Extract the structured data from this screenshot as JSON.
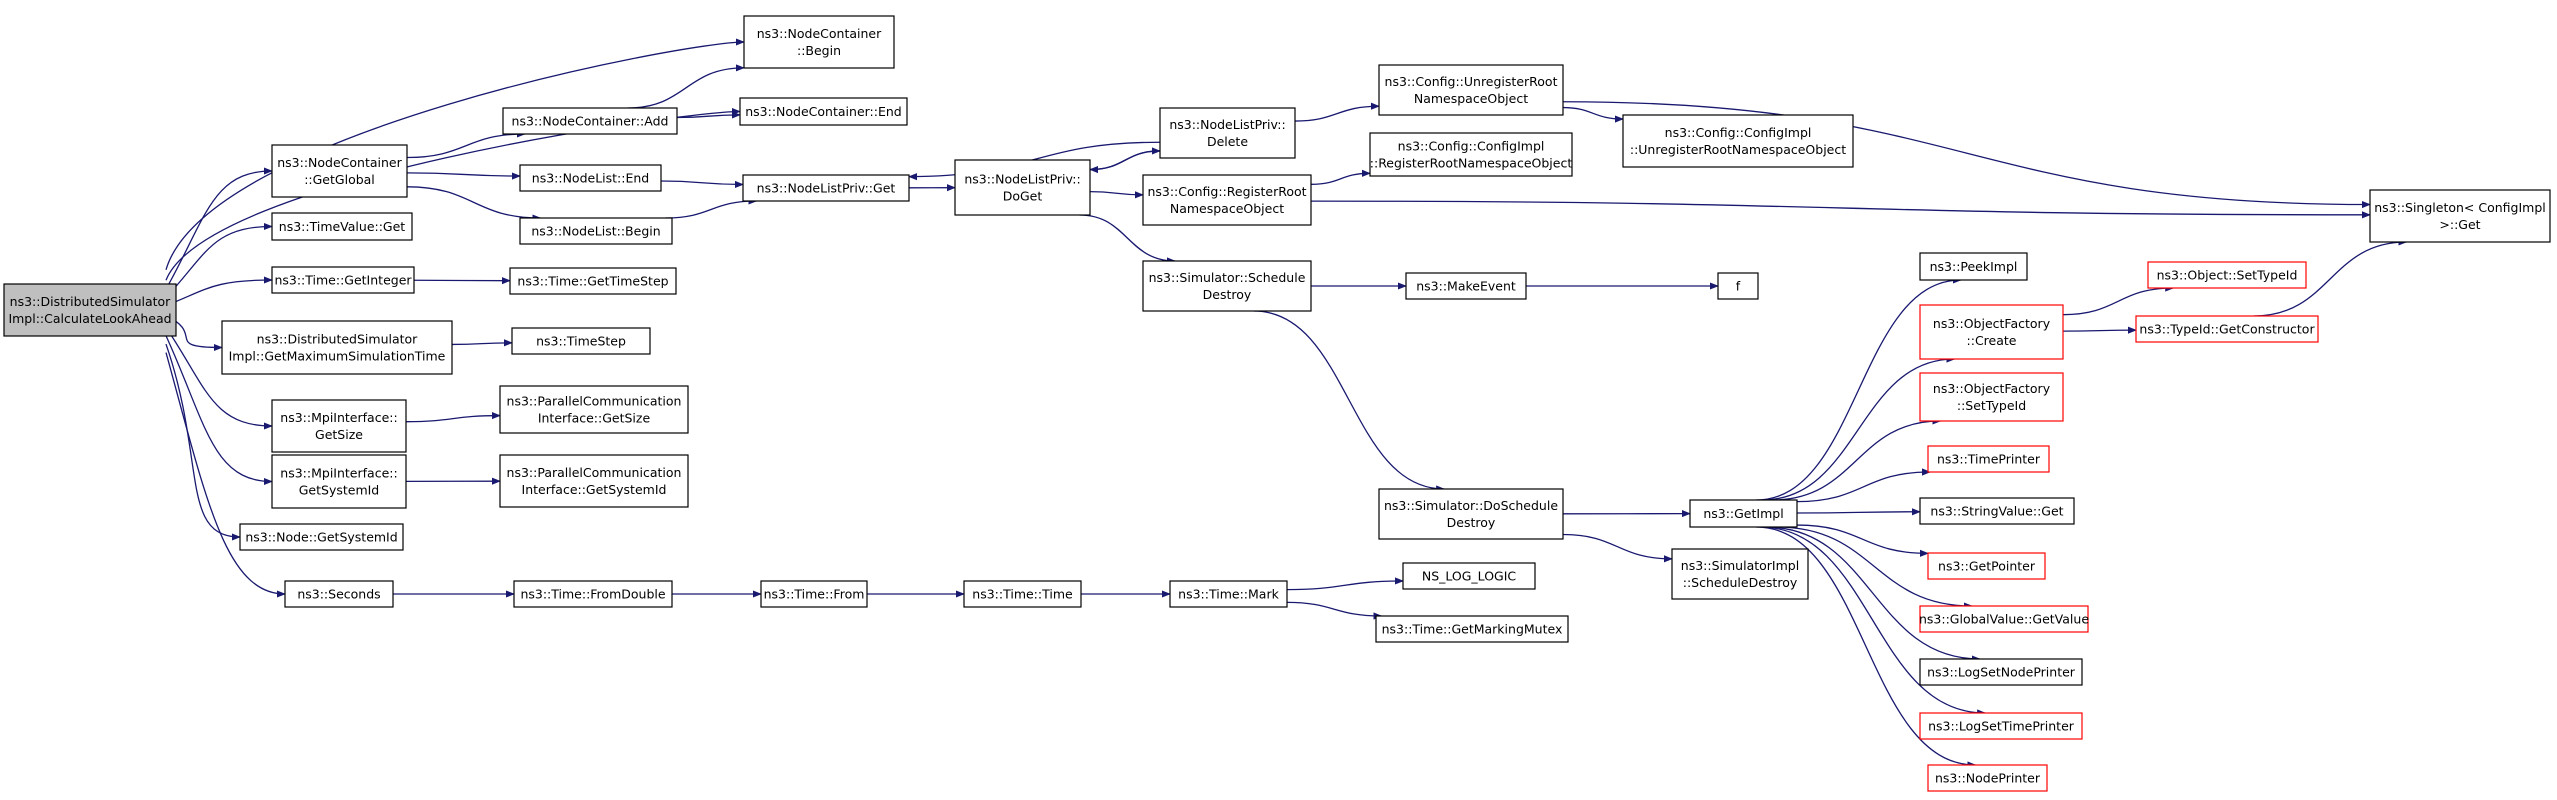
{
  "colors": {
    "edge": "#191970",
    "border_normal": "#000000",
    "border_truncated": "#ff0000",
    "root_fill": "#bfbfbf",
    "node_fill": "#ffffff"
  },
  "nodes": [
    {
      "id": "root",
      "lines": [
        "ns3::DistributedSimulator",
        "Impl::CalculateLookAhead"
      ],
      "kind": "root"
    },
    {
      "id": "nc_getglobal",
      "lines": [
        "ns3::NodeContainer",
        "::GetGlobal"
      ],
      "kind": "normal"
    },
    {
      "id": "timevalue_get",
      "lines": [
        "ns3::TimeValue::Get"
      ],
      "kind": "normal"
    },
    {
      "id": "time_getinteger",
      "lines": [
        "ns3::Time::GetInteger"
      ],
      "kind": "normal"
    },
    {
      "id": "dsi_getmax",
      "lines": [
        "ns3::DistributedSimulator",
        "Impl::GetMaximumSimulationTime"
      ],
      "kind": "normal"
    },
    {
      "id": "mpi_getsize",
      "lines": [
        "ns3::MpiInterface::",
        "GetSize"
      ],
      "kind": "normal"
    },
    {
      "id": "mpi_getsystemid",
      "lines": [
        "ns3::MpiInterface::",
        "GetSystemId"
      ],
      "kind": "normal"
    },
    {
      "id": "node_getsystemid",
      "lines": [
        "ns3::Node::GetSystemId"
      ],
      "kind": "normal"
    },
    {
      "id": "seconds",
      "lines": [
        "ns3::Seconds"
      ],
      "kind": "normal"
    },
    {
      "id": "nc_begin",
      "lines": [
        "ns3::NodeContainer",
        "::Begin"
      ],
      "kind": "normal"
    },
    {
      "id": "nc_end",
      "lines": [
        "ns3::NodeContainer::End"
      ],
      "kind": "normal"
    },
    {
      "id": "nc_add",
      "lines": [
        "ns3::NodeContainer::Add"
      ],
      "kind": "normal"
    },
    {
      "id": "nl_end",
      "lines": [
        "ns3::NodeList::End"
      ],
      "kind": "normal"
    },
    {
      "id": "nl_begin",
      "lines": [
        "ns3::NodeList::Begin"
      ],
      "kind": "normal"
    },
    {
      "id": "nlp_get",
      "lines": [
        "ns3::NodeListPriv::Get"
      ],
      "kind": "normal"
    },
    {
      "id": "time_gettimestep",
      "lines": [
        "ns3::Time::GetTimeStep"
      ],
      "kind": "normal"
    },
    {
      "id": "timestep",
      "lines": [
        "ns3::TimeStep"
      ],
      "kind": "normal"
    },
    {
      "id": "pci_getsize",
      "lines": [
        "ns3::ParallelCommunication",
        "Interface::GetSize"
      ],
      "kind": "normal"
    },
    {
      "id": "pci_getsystemid",
      "lines": [
        "ns3::ParallelCommunication",
        "Interface::GetSystemId"
      ],
      "kind": "normal"
    },
    {
      "id": "time_fromdouble",
      "lines": [
        "ns3::Time::FromDouble"
      ],
      "kind": "normal"
    },
    {
      "id": "time_from",
      "lines": [
        "ns3::Time::From"
      ],
      "kind": "normal"
    },
    {
      "id": "time_time",
      "lines": [
        "ns3::Time::Time"
      ],
      "kind": "normal"
    },
    {
      "id": "time_mark",
      "lines": [
        "ns3::Time::Mark"
      ],
      "kind": "normal"
    },
    {
      "id": "ns_log_logic",
      "lines": [
        "NS_LOG_LOGIC"
      ],
      "kind": "normal"
    },
    {
      "id": "time_getmarkingmutex",
      "lines": [
        "ns3::Time::GetMarkingMutex"
      ],
      "kind": "normal"
    },
    {
      "id": "nlp_doget",
      "lines": [
        "ns3::NodeListPriv::",
        "DoGet"
      ],
      "kind": "normal"
    },
    {
      "id": "nlp_delete",
      "lines": [
        "ns3::NodeListPriv::",
        "Delete"
      ],
      "kind": "normal"
    },
    {
      "id": "cfg_register",
      "lines": [
        "ns3::Config::RegisterRoot",
        "NamespaceObject"
      ],
      "kind": "normal"
    },
    {
      "id": "sim_scheduledestroy",
      "lines": [
        "ns3::Simulator::Schedule",
        "Destroy"
      ],
      "kind": "normal"
    },
    {
      "id": "cfg_unregister",
      "lines": [
        "ns3::Config::UnregisterRoot",
        "NamespaceObject"
      ],
      "kind": "normal"
    },
    {
      "id": "cfgimpl_register",
      "lines": [
        "ns3::Config::ConfigImpl",
        "::RegisterRootNamespaceObject"
      ],
      "kind": "normal"
    },
    {
      "id": "cfgimpl_unregister",
      "lines": [
        "ns3::Config::ConfigImpl",
        "::UnregisterRootNamespaceObject"
      ],
      "kind": "normal"
    },
    {
      "id": "makeevent",
      "lines": [
        "ns3::MakeEvent"
      ],
      "kind": "normal"
    },
    {
      "id": "f",
      "lines": [
        "f"
      ],
      "kind": "normal"
    },
    {
      "id": "sim_doscheduledestroy",
      "lines": [
        "ns3::Simulator::DoSchedule",
        "Destroy"
      ],
      "kind": "normal"
    },
    {
      "id": "getimpl",
      "lines": [
        "ns3::GetImpl"
      ],
      "kind": "normal"
    },
    {
      "id": "simimpl_scheduledestroy",
      "lines": [
        "ns3::SimulatorImpl",
        "::ScheduleDestroy"
      ],
      "kind": "normal"
    },
    {
      "id": "peekimpl",
      "lines": [
        "ns3::PeekImpl"
      ],
      "kind": "normal"
    },
    {
      "id": "of_create",
      "lines": [
        "ns3::ObjectFactory",
        "::Create"
      ],
      "kind": "truncated"
    },
    {
      "id": "of_settypeid",
      "lines": [
        "ns3::ObjectFactory",
        "::SetTypeId"
      ],
      "kind": "truncated"
    },
    {
      "id": "timeprinter",
      "lines": [
        "ns3::TimePrinter"
      ],
      "kind": "truncated"
    },
    {
      "id": "stringvalue_get",
      "lines": [
        "ns3::StringValue::Get"
      ],
      "kind": "normal"
    },
    {
      "id": "getpointer",
      "lines": [
        "ns3::GetPointer"
      ],
      "kind": "truncated"
    },
    {
      "id": "globalvalue_getvalue",
      "lines": [
        "ns3::GlobalValue::GetValue"
      ],
      "kind": "truncated"
    },
    {
      "id": "logsetnodeprinter",
      "lines": [
        "ns3::LogSetNodePrinter"
      ],
      "kind": "normal"
    },
    {
      "id": "logsettimeprinter",
      "lines": [
        "ns3::LogSetTimePrinter"
      ],
      "kind": "truncated"
    },
    {
      "id": "nodeprinter",
      "lines": [
        "ns3::NodePrinter"
      ],
      "kind": "truncated"
    },
    {
      "id": "object_settypeid",
      "lines": [
        "ns3::Object::SetTypeId"
      ],
      "kind": "truncated"
    },
    {
      "id": "typeid_getconstructor",
      "lines": [
        "ns3::TypeId::GetConstructor"
      ],
      "kind": "truncated"
    },
    {
      "id": "singleton_get",
      "lines": [
        "ns3::Singleton< ConfigImpl",
        " >::Get"
      ],
      "kind": "normal"
    }
  ],
  "edges": [
    [
      "root",
      "nc_getglobal"
    ],
    [
      "root",
      "timevalue_get"
    ],
    [
      "root",
      "time_getinteger"
    ],
    [
      "root",
      "dsi_getmax"
    ],
    [
      "root",
      "mpi_getsize"
    ],
    [
      "root",
      "mpi_getsystemid"
    ],
    [
      "root",
      "node_getsystemid"
    ],
    [
      "root",
      "seconds"
    ],
    [
      "root",
      "nc_begin"
    ],
    [
      "root",
      "nc_end"
    ],
    [
      "nc_getglobal",
      "nc_add"
    ],
    [
      "nc_getglobal",
      "nl_end"
    ],
    [
      "nc_getglobal",
      "nl_begin"
    ],
    [
      "nc_add",
      "nc_begin"
    ],
    [
      "nc_add",
      "nc_end"
    ],
    [
      "nl_end",
      "nlp_get"
    ],
    [
      "nl_begin",
      "nlp_get"
    ],
    [
      "time_getinteger",
      "time_gettimestep"
    ],
    [
      "dsi_getmax",
      "timestep"
    ],
    [
      "mpi_getsize",
      "pci_getsize"
    ],
    [
      "mpi_getsystemid",
      "pci_getsystemid"
    ],
    [
      "seconds",
      "time_fromdouble"
    ],
    [
      "time_fromdouble",
      "time_from"
    ],
    [
      "time_from",
      "time_time"
    ],
    [
      "time_time",
      "time_mark"
    ],
    [
      "time_mark",
      "ns_log_logic"
    ],
    [
      "time_mark",
      "time_getmarkingmutex"
    ],
    [
      "nlp_get",
      "nlp_doget"
    ],
    [
      "nlp_doget",
      "nlp_delete"
    ],
    [
      "nlp_doget",
      "cfg_register"
    ],
    [
      "nlp_doget",
      "sim_scheduledestroy"
    ],
    [
      "nlp_delete",
      "nlp_get"
    ],
    [
      "nlp_delete",
      "nlp_doget"
    ],
    [
      "nlp_delete",
      "cfg_unregister"
    ],
    [
      "cfg_register",
      "cfgimpl_register"
    ],
    [
      "cfg_register",
      "singleton_get"
    ],
    [
      "cfg_unregister",
      "cfgimpl_unregister"
    ],
    [
      "cfg_unregister",
      "singleton_get"
    ],
    [
      "sim_scheduledestroy",
      "makeevent"
    ],
    [
      "makeevent",
      "f"
    ],
    [
      "sim_scheduledestroy",
      "sim_doscheduledestroy"
    ],
    [
      "sim_doscheduledestroy",
      "getimpl"
    ],
    [
      "sim_doscheduledestroy",
      "simimpl_scheduledestroy"
    ],
    [
      "getimpl",
      "peekimpl"
    ],
    [
      "getimpl",
      "of_create"
    ],
    [
      "getimpl",
      "of_settypeid"
    ],
    [
      "getimpl",
      "timeprinter"
    ],
    [
      "getimpl",
      "stringvalue_get"
    ],
    [
      "getimpl",
      "getpointer"
    ],
    [
      "getimpl",
      "globalvalue_getvalue"
    ],
    [
      "getimpl",
      "logsetnodeprinter"
    ],
    [
      "getimpl",
      "logsettimeprinter"
    ],
    [
      "getimpl",
      "nodeprinter"
    ],
    [
      "of_create",
      "object_settypeid"
    ],
    [
      "of_create",
      "typeid_getconstructor"
    ],
    [
      "typeid_getconstructor",
      "singleton_get"
    ]
  ]
}
